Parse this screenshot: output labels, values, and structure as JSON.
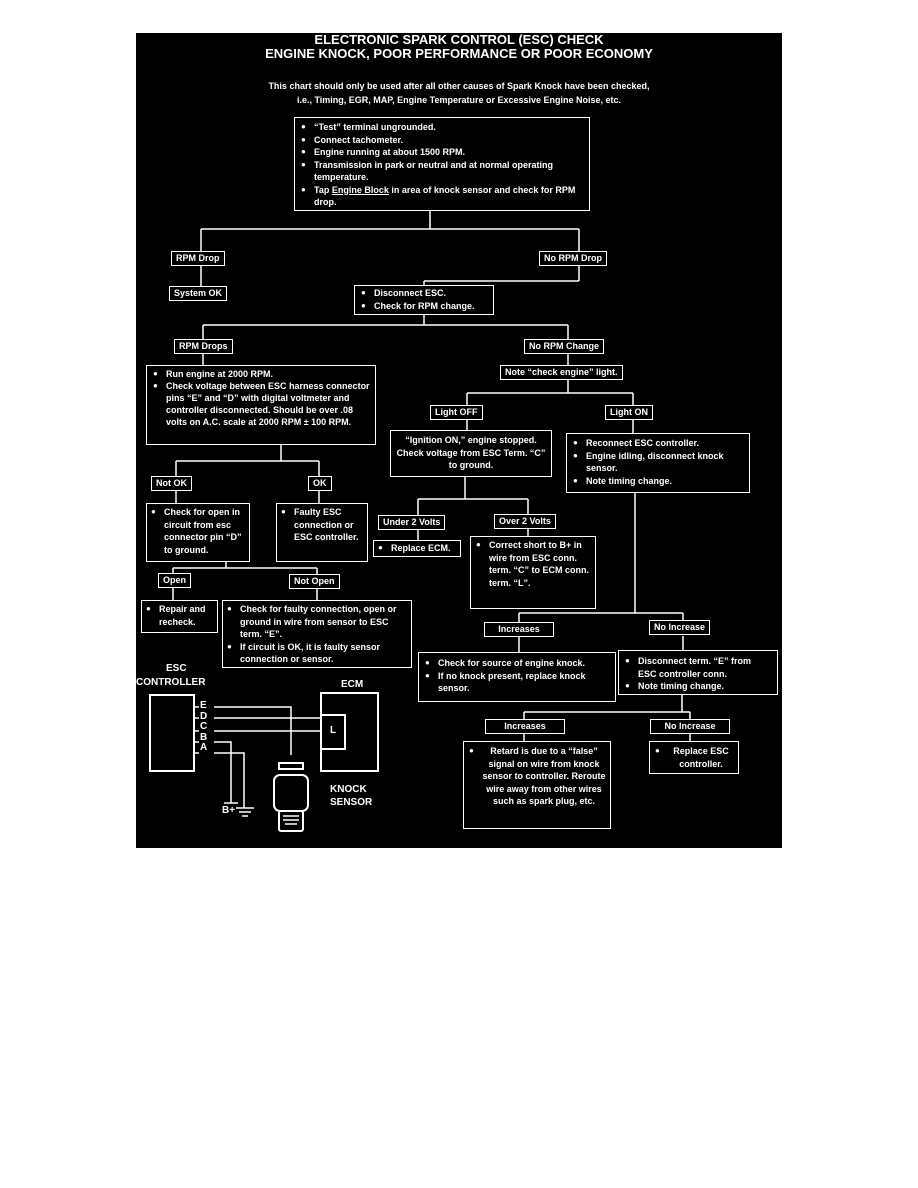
{
  "header": {
    "title_line1": "ELECTRONIC SPARK CONTROL (ESC) CHECK",
    "title_line2": "ENGINE KNOCK, POOR PERFORMANCE OR POOR ECONOMY",
    "intro_line1": "This chart should only be used after all other causes of Spark Knock have been checked,",
    "intro_line2": "i.e., Timing, EGR, MAP, Engine Temperature or Excessive Engine Noise, etc."
  },
  "start": {
    "items": [
      "“Test” terminal ungrounded.",
      "Connect tachometer.",
      "Engine running at about 1500 RPM.",
      "Transmission in park or neutral and at normal operating temperature."
    ],
    "tap_pre": "Tap ",
    "tap_ul": "Engine Block",
    "tap_post": " in area of knock sensor and check for RPM drop."
  },
  "labels": {
    "rpm_drop": "RPM Drop",
    "no_rpm_drop": "No RPM Drop",
    "system_ok": "System OK",
    "rpm_drops": "RPM Drops",
    "no_rpm_change": "No RPM Change",
    "note_check_engine": "Note “check engine” light.",
    "light_off": "Light OFF",
    "light_on": "Light ON",
    "not_ok": "Not OK",
    "ok": "OK",
    "under_2_volts": "Under 2 Volts",
    "over_2_volts": "Over 2 Volts",
    "replace_ecm": "Replace ECM.",
    "open": "Open",
    "not_open": "Not Open",
    "increases_1": "Increases",
    "no_increase_1": "No Increase",
    "increases_2": "Increases",
    "no_increase_2": "No Increase"
  },
  "steps": {
    "disconnect_esc": [
      "Disconnect ESC.",
      "Check for RPM change."
    ],
    "run_2000": [
      "Run engine at 2000 RPM.",
      "Check voltage between ESC harness connector pins “E” and “D” with digital voltmeter and controller disconnected. Should be over .08 volts on A.C. scale at 2000 RPM ± 100 RPM."
    ],
    "ignition_on": "“Ignition ON,” engine stopped. Check voltage from ESC Term. “C” to ground.",
    "reconnect": [
      "Reconnect ESC controller.",
      "Engine idling, disconnect knock sensor.",
      "Note timing change."
    ],
    "check_open": "Check for open in circuit from esc connector pin “D” to ground.",
    "faulty_esc": "Faulty ESC connection or ESC controller.",
    "correct_short": "Correct short to B+ in wire from ESC conn. term. “C” to ECM conn. term. “L”.",
    "repair": "Repair and recheck.",
    "check_faulty": [
      "Check for faulty connection, open or ground in wire from sensor to ESC term. “E”.",
      "If circuit is OK, it is faulty sensor connection or sensor."
    ],
    "check_source": [
      "Check for source of engine knock.",
      "If no knock present, replace knock sensor."
    ],
    "disconnect_e": [
      "Disconnect term. “E” from ESC controller conn.",
      "Note timing change."
    ],
    "retard": "Retard is due to a “false” signal on wire from knock sensor to controller. Reroute wire away from other wires such as spark plug, etc.",
    "replace_esc": "Replace ESC controller."
  },
  "schematic": {
    "esc_label_1": "ESC",
    "esc_label_2": "CONTROLLER",
    "ecm_label": "ECM",
    "pins": [
      "E",
      "D",
      "C",
      "B",
      "A"
    ],
    "ecm_pin": "L",
    "knock_label_1": "KNOCK",
    "knock_label_2": "SENSOR",
    "bplus": "B+"
  },
  "colors": {
    "background": "#000000",
    "ink": "#ffffff",
    "page": "#ffffff"
  }
}
